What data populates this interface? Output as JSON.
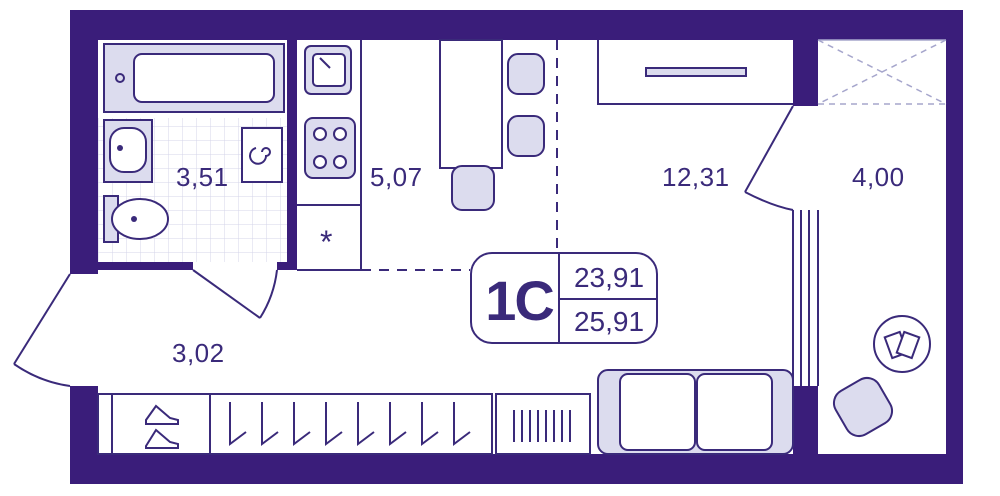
{
  "plan": {
    "colors": {
      "wall": "#3a1d7a",
      "line": "#3a2a7a",
      "fill": "#dcdcee",
      "tile": "#cfcfe6"
    },
    "rooms": {
      "bathroom_area": "3,51",
      "kitchen_area": "5,07",
      "living_area": "12,31",
      "balcony_area": "4,00",
      "hall_area": "3,02"
    },
    "apartment": {
      "type": "1С",
      "living_total": "23,91",
      "total_with_balcony": "25,91"
    },
    "kitchen_marker": "*"
  }
}
